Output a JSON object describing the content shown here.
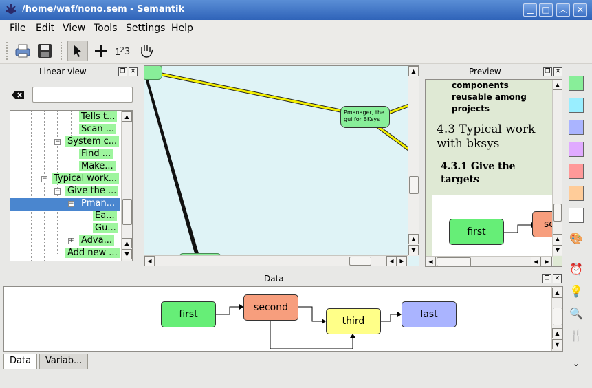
{
  "window": {
    "title": "/home/waf/nono.sem - Semantik"
  },
  "menu": [
    "File",
    "Edit",
    "View",
    "Tools",
    "Settings",
    "Help"
  ],
  "linear_view": {
    "title": "Linear view",
    "search_placeholder": "",
    "tree": [
      {
        "label": "Tells t...",
        "level": 4,
        "selected": false
      },
      {
        "label": "Scan ...",
        "level": 4,
        "selected": false
      },
      {
        "label": "System c...",
        "level": 3,
        "selected": false,
        "expander": "-"
      },
      {
        "label": "Find ...",
        "level": 4,
        "selected": false
      },
      {
        "label": "Make...",
        "level": 4,
        "selected": false
      },
      {
        "label": "Typical work...",
        "level": 2,
        "selected": false,
        "expander": "-"
      },
      {
        "label": "Give the ...",
        "level": 3,
        "selected": false,
        "expander": "-"
      },
      {
        "label": "Pman...",
        "level": 4,
        "selected": true,
        "expander": "-"
      },
      {
        "label": "Ea...",
        "level": 5,
        "selected": false
      },
      {
        "label": "Gu...",
        "level": 5,
        "selected": false
      },
      {
        "label": "Adva...",
        "level": 4,
        "selected": false,
        "expander": "+"
      },
      {
        "label": "Add new ...",
        "level": 3,
        "selected": false
      }
    ]
  },
  "canvas": {
    "node_label_line1": "Pmanager, the",
    "node_label_line2": "gui for BKsys"
  },
  "preview": {
    "title": "Preview",
    "text_block": [
      "components",
      "reusable among",
      "projects"
    ],
    "heading": "4.3 Typical work with bksys",
    "subheading": "4.3.1 Give the targets",
    "mini_box": "first",
    "mini_box2": "se"
  },
  "data_panel": {
    "title": "Data",
    "boxes": [
      "first",
      "second",
      "third",
      "last"
    ],
    "colors": {
      "first": "#66ee77",
      "second": "#f79e7d",
      "third": "#ffff88",
      "last": "#aab4ff"
    }
  },
  "tabs": [
    "Data",
    "Variab..."
  ],
  "palette": [
    "#88ee99",
    "#99eeff",
    "#aab4ff",
    "#e0aaff",
    "#ff9999",
    "#ffcc99",
    "#ffffff"
  ]
}
